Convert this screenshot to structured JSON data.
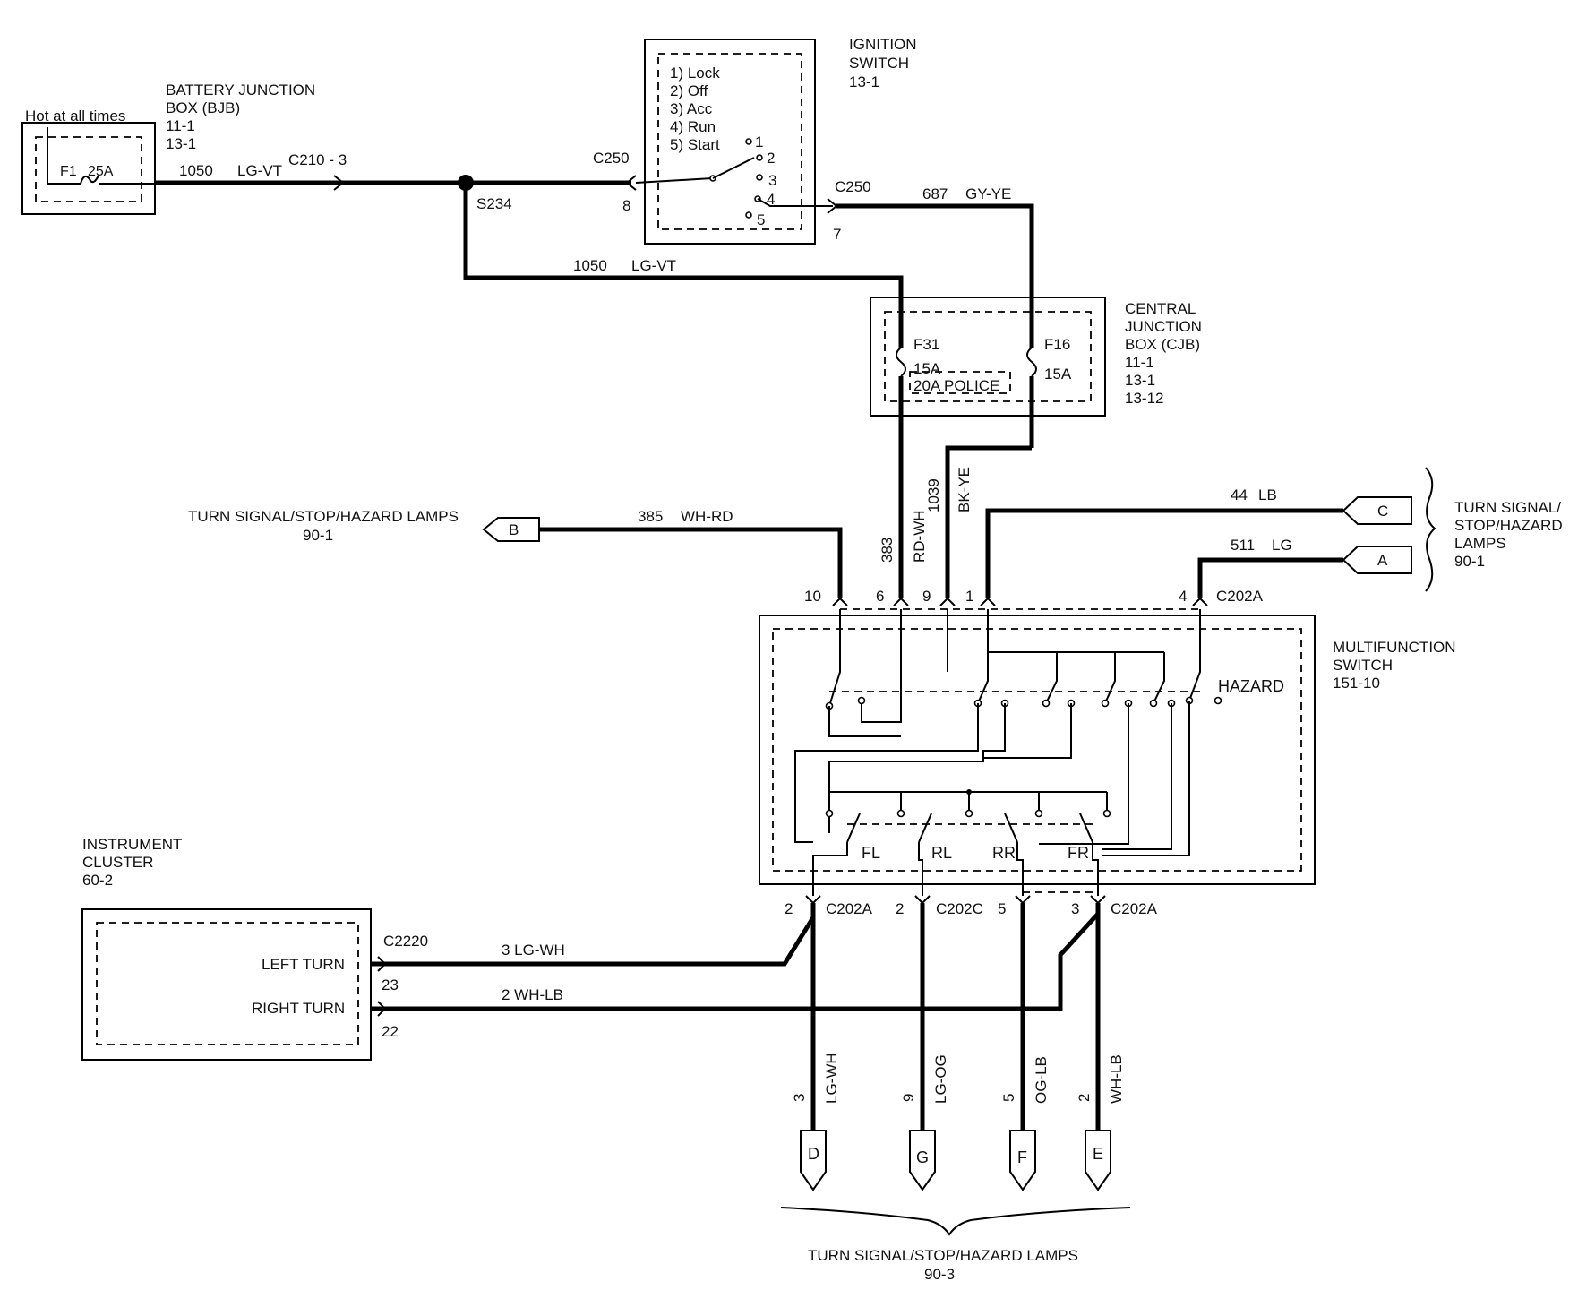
{
  "battery_junction_box": {
    "note": "Hot at all times",
    "title_line1": "BATTERY  JUNCTION",
    "title_line2": "BOX (BJB)",
    "ref1": "11-1",
    "ref2": "13-1",
    "fuse_name": "F1",
    "fuse_rating": "25A"
  },
  "ignition_switch": {
    "title_line1": "IGNITION",
    "title_line2": "SWITCH",
    "ref": "13-1",
    "positions": [
      "1) Lock",
      "2) Off",
      "3) Acc",
      "4) Run",
      "5) Start"
    ],
    "contacts": [
      "1",
      "2",
      "3",
      "4",
      "5"
    ]
  },
  "central_junction_box": {
    "title_line1": "CENTRAL",
    "title_line2": "JUNCTION",
    "title_line3": "BOX (CJB)",
    "ref1": "11-1",
    "ref2": "13-1",
    "ref3": "13-12",
    "fuse_a_name": "F31",
    "fuse_a_rating": "15A",
    "fuse_a_alt": "20A  POLICE",
    "fuse_b_name": "F16",
    "fuse_b_rating": "15A"
  },
  "multifunction_switch": {
    "title_line1": "MULTIFUNCTION",
    "title_line2": "SWITCH",
    "ref": "151-10",
    "hazard_label": "HAZARD",
    "section_labels": [
      "FL",
      "RL",
      "RR",
      "FR"
    ]
  },
  "instrument_cluster": {
    "title_line1": "INSTRUMENT",
    "title_line2": "CLUSTER",
    "ref": "60-2",
    "left_turn": "LEFT TURN",
    "right_turn": "RIGHT TURN",
    "connector": "C2220",
    "pin_left": "23",
    "pin_right": "22"
  },
  "wires": {
    "bjb_out_circuit": "1050",
    "bjb_out_color": "LG-VT",
    "c210_label": "C210  -  3",
    "splice": "S234",
    "c250_in_label": "C250",
    "c250_in_pin": "8",
    "c250_out_label": "C250",
    "c250_out_pin": "7",
    "ign_out_circuit": "687",
    "ign_out_color": "GY-YE",
    "lower_circuit": "1050",
    "lower_color": "LG-VT",
    "w383_circuit": "383",
    "w383_color": "RD-WH",
    "w1039_circuit": "1039",
    "w1039_color": "BK-YE",
    "w385_circuit": "385",
    "w385_color": "WH-RD",
    "w44_circuit": "44",
    "w44_color": "LB",
    "w511_circuit": "511",
    "w511_color": "LG",
    "pin_10": "10",
    "pin_6": "6",
    "pin_9": "9",
    "pin_1": "1",
    "pin_4": "4",
    "c202a_top": "C202A",
    "left_turn_wire": "3 LG-WH",
    "right_turn_wire": "2 WH-LB",
    "bottom_pin_d": "2",
    "bottom_conn_d": "C202A",
    "bottom_pin_g": "2",
    "bottom_conn_g": "C202C",
    "bottom_pin_f": "5",
    "bottom_pin_e": "3",
    "bottom_conn_e": "C202A",
    "d_circuit": "3",
    "d_color": "LG-WH",
    "g_circuit": "9",
    "g_color": "LG-OG",
    "f_circuit": "5",
    "f_color": "OG-LB",
    "e_circuit": "2",
    "e_color": "WH-LB"
  },
  "off_page": {
    "left_group_line1": "TURN SIGNAL/STOP/HAZARD LAMPS",
    "left_group_ref": "90-1",
    "right_group_line1": "TURN SIGNAL/",
    "right_group_line2": "STOP/HAZARD",
    "right_group_line3": "LAMPS",
    "right_group_ref": "90-1",
    "bottom_group_line1": "TURN SIGNAL/STOP/HAZARD LAMPS",
    "bottom_group_ref": "90-3",
    "connectors": [
      "B",
      "C",
      "A",
      "D",
      "G",
      "F",
      "E"
    ]
  }
}
